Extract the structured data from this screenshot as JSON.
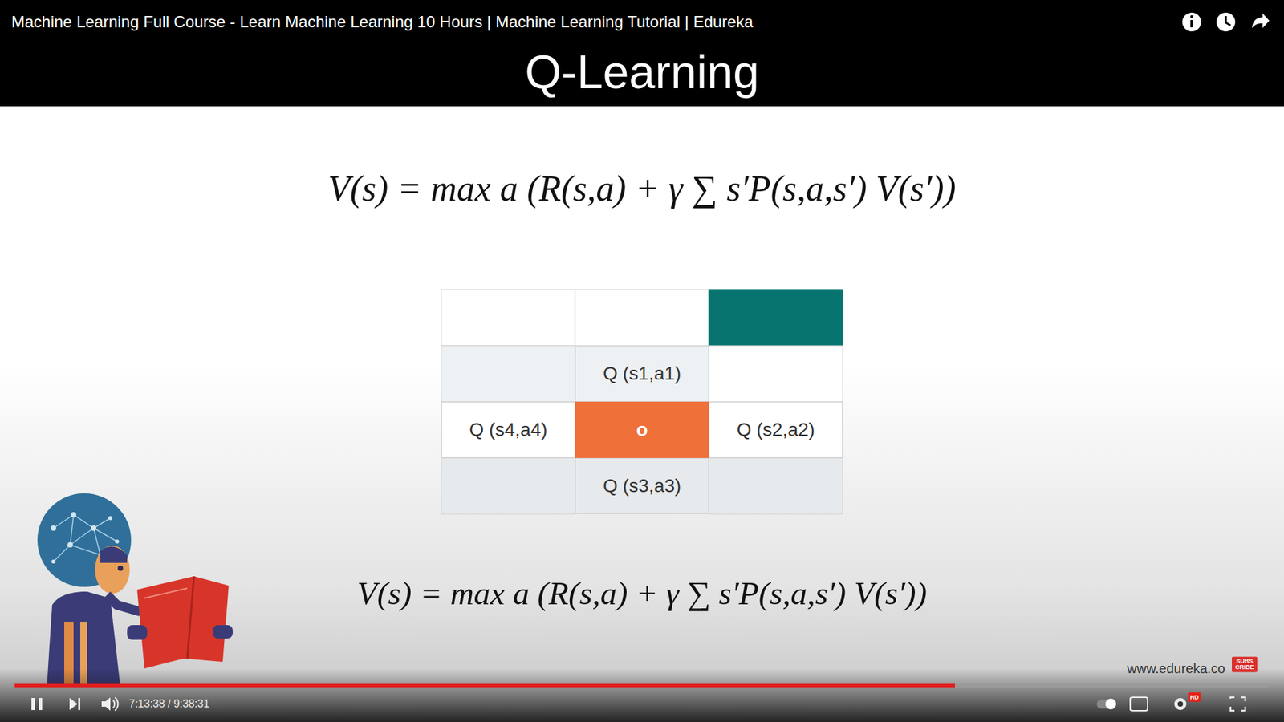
{
  "diagram": {
    "title": "Q-Learning",
    "nodes": [
      {
        "text": [
          "Q (s1,a1)"
        ]
      },
      {
        "text": [
          "Q (s4,a4)"
        ]
      },
      {
        "text": [
          "o"
        ]
      },
      {
        "text": [
          "Q (s2,a2)"
        ]
      },
      {
        "text": [
          "Q (s3,a3)"
        ]
      }
    ],
    "labels": [
      "Machine Learning Full Course - Learn Machine Learning 10 Hours | Machine Learning Tutorial | Edureka",
      "V(s) = max a (R(s,a) + γ ∑ s′P(s,a,s′) V(s′))",
      "V(s) = max a (R(s,a) + γ ∑ s′P(s,a,s′) V(s′))",
      "7:13:38 / 9:38:31",
      "SUBS CRIBE",
      "HD",
      "www.edureka.co"
    ]
  }
}
